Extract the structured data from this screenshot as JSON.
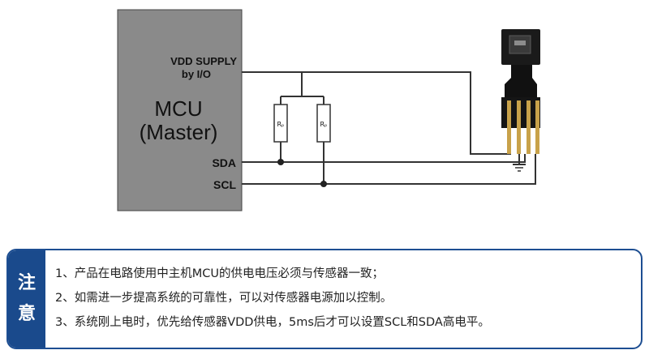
{
  "diagram": {
    "mcu": {
      "title_line1": "MCU",
      "title_line2": "(Master)",
      "vdd_line1": "VDD SUPPLY",
      "vdd_line2": "by I/O",
      "sda": "SDA",
      "scl": "SCL"
    },
    "resistors": {
      "r1": "Rₚ",
      "r2": "Rₚ"
    },
    "colors": {
      "mcu_fill": "#8a8a8a",
      "wire": "#333333",
      "sensor_body": "#1a1a1a",
      "sensor_pins": "#c8a24a"
    }
  },
  "note": {
    "tag_char1": "注",
    "tag_char2": "意",
    "lines": [
      "1、产品在电路使用中主机MCU的供电电压必须与传感器一致；",
      "2、如需进一步提高系统的可靠性，可以对传感器电源加以控制。",
      "3、系统刚上电时，优先给传感器VDD供电，5ms后才可以设置SCL和SDA高电平。"
    ],
    "colors": {
      "border": "#1d4e92",
      "tag_bg": "#1a4a8c"
    }
  }
}
